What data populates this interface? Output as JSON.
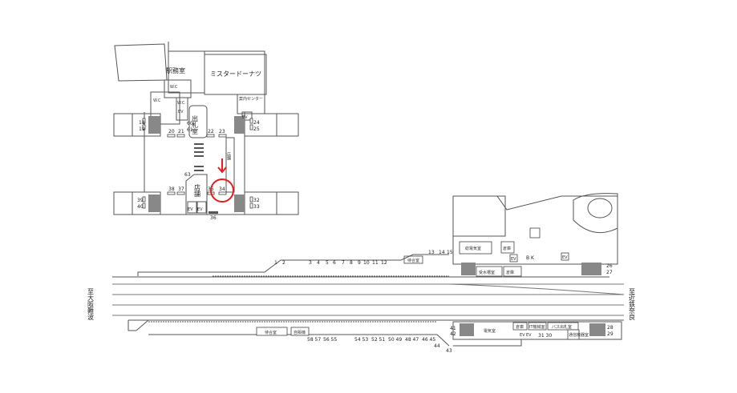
{
  "concourse": {
    "station_office": "駅務室",
    "donut_shop": "ミスタードーナツ",
    "info_center": "案内センター",
    "ticket_office": "出札室",
    "shop_center": "店舗",
    "shop_right": "店舗",
    "wc": [
      "W.C",
      "W.C",
      "W.C"
    ],
    "ev": [
      "EV",
      "EV",
      "EV",
      "EV"
    ],
    "numbers": [
      "18",
      "19",
      "20",
      "21",
      "60",
      "61",
      "22",
      "23",
      "24",
      "25",
      "63",
      "38",
      "37",
      "35",
      "34",
      "39",
      "40",
      "32",
      "33",
      "36"
    ]
  },
  "platform_upper": {
    "waiting_room": "待合室",
    "electrical_room": "総電気室",
    "storage1": "倉庫",
    "storage2": "倉庫",
    "bk": "B K",
    "water_tank_room": "受水槽室",
    "ev": [
      "EV",
      "EV"
    ],
    "numbers": [
      "1",
      "2",
      "3",
      "4",
      "5",
      "6",
      "7",
      "8",
      "9",
      "10",
      "11",
      "12",
      "13",
      "14",
      "15",
      "26",
      "27"
    ]
  },
  "platform_lower": {
    "waiting_room": "待合室",
    "vending": "自販機",
    "electrical_room": "電気室",
    "storage": "倉庫",
    "it_room": "IT機械室",
    "bus_ticket": "バス出札室",
    "comm_room": "通信機器室",
    "ev": [
      "EV",
      "EV"
    ],
    "numbers": [
      "58 57",
      "56 55",
      "54 53",
      "52 51",
      "50 49",
      "48 47",
      "46 45",
      "44",
      "43",
      "41",
      "42",
      "31 30",
      "28",
      "29"
    ]
  },
  "direction_left": "至大阪難波",
  "direction_right": "至近鉄奈良",
  "highlight_color": "#e02020"
}
